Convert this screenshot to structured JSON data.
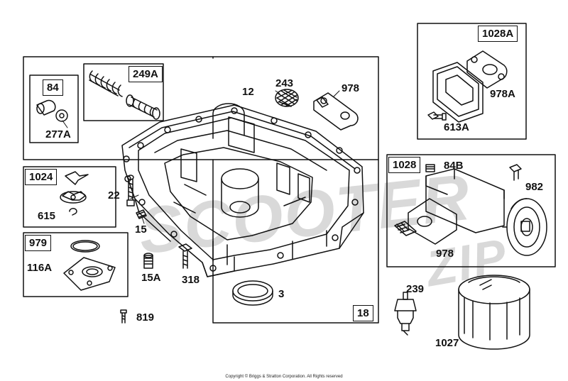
{
  "watermark": {
    "line1": "SCOOTER",
    "line2": "ZIP"
  },
  "boxes": {
    "box_84": "84",
    "box_249a": "249A",
    "box_1024": "1024",
    "box_979": "979",
    "box_18": "18",
    "box_1028a": "1028A",
    "box_1028": "1028"
  },
  "labels": {
    "l_277a": "277A",
    "l_12": "12",
    "l_243": "243",
    "l_978_top": "978",
    "l_978a": "978A",
    "l_613a": "613A",
    "l_84b": "84B",
    "l_982": "982",
    "l_978_right": "978",
    "l_22": "22",
    "l_615": "615",
    "l_15": "15",
    "l_116a": "116A",
    "l_15a": "15A",
    "l_318": "318",
    "l_3": "3",
    "l_239": "239",
    "l_819": "819",
    "l_1027": "1027"
  },
  "copyright": "Copyright © Briggs & Stratton Corporation. All Rights reserved"
}
